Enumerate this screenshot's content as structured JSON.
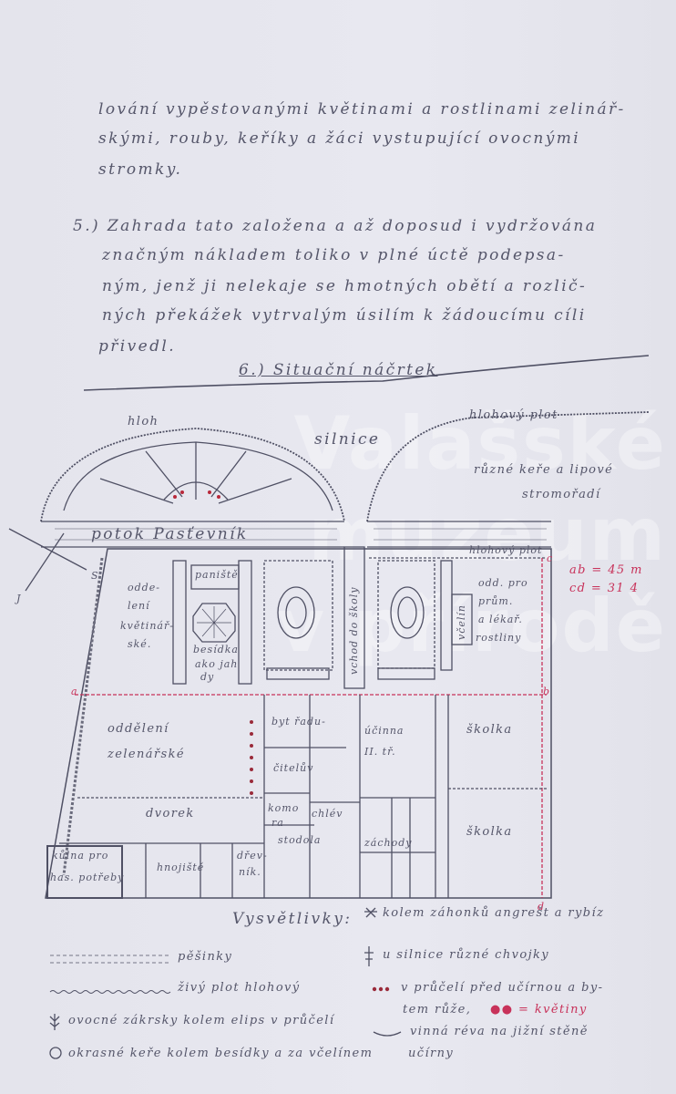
{
  "body_text": {
    "para_cont": [
      "lování vypěstovanými květinami a rostlinami zelinář-",
      "skými, rouby, keříky a žáci vystupující ovocnými",
      "stromky."
    ],
    "para5": [
      "5.) Zahrada tato založena a až doposud i vydržována",
      "značným nákladem toliko v plné úctě podepsa-",
      "ným, jenž ji nelekaje se hmotných obětí a rozlič-",
      "ných překážek vytrvalým úsilím k žádoucímu cíli",
      "přivedl."
    ],
    "heading6": "6.) Situační náčrtek"
  },
  "watermark": [
    "Valašské",
    "muzeum",
    "v přírodě"
  ],
  "plan": {
    "labels": {
      "hlah_left": "hloh",
      "road": "silnice",
      "hedge_right": "hlohový plot",
      "shrubs": [
        "různé keře a lipové",
        "stromořadí"
      ],
      "stream": "potok Pasťevník",
      "hedge_inner": "hlohový plot",
      "dimensions": [
        "ab = 45 m",
        "cd = 31 4"
      ],
      "flower_dept": [
        "odde-",
        "lení",
        "květinář-",
        "ské."
      ],
      "playground": "paniště",
      "gazebo": [
        "besídka",
        "ako jah",
        "dy"
      ],
      "entrance": "vchod do školy",
      "beehive": "včelín",
      "medical_dept": [
        "odd. pro",
        "prům.",
        "a lékař.",
        "rostliny"
      ],
      "veg_dept": [
        "oddělení",
        "zelenářské"
      ],
      "teacher_flat": [
        "byt řadu-",
        "čitelův"
      ],
      "classroom": [
        "účinna",
        "II. tř."
      ],
      "nursery1": "školka",
      "nursery2": "školka",
      "yard": "dvorek",
      "store": [
        "komo",
        "ra"
      ],
      "stable": "chlév",
      "barn": "stodola",
      "toilets": "záchody",
      "shed": [
        "kůlna pro",
        "has. potřeby"
      ],
      "dung": "hnojiště",
      "woodshed": [
        "dřev-",
        "ník."
      ],
      "point_a": "a",
      "point_b": "b",
      "point_c": "c",
      "point_d": "d",
      "compass_s": "S",
      "compass_j": "J"
    }
  },
  "legend": {
    "title": "Vysvětlivky:",
    "left": [
      {
        "icon": "dashed-line",
        "text": "pěšinky"
      },
      {
        "icon": "wavy-line",
        "text": "živý plot hlohový"
      },
      {
        "icon": "fruit-tree",
        "text": "ovocné zákrsky kolem elips v průčelí"
      },
      {
        "icon": "shrub",
        "text": "okrasné keře kolem besídky a za včelínem"
      }
    ],
    "right": [
      {
        "icon": "bush",
        "text": "kolem záhonků angrešt a rybíz"
      },
      {
        "icon": "conifer",
        "text": "u silnice různé chvojky"
      },
      {
        "icon": "red-dots",
        "text": [
          "v průčelí před učírnou a by-",
          "tem růže,"
        ],
        "extra": "●● = květiny"
      },
      {
        "icon": "vine",
        "text": [
          "vinná réva na jižní stěně",
          "učírny"
        ]
      }
    ]
  },
  "colors": {
    "ink": "#4f5064",
    "red_ink": "#c8325a",
    "paper": "#e6e6ee"
  }
}
